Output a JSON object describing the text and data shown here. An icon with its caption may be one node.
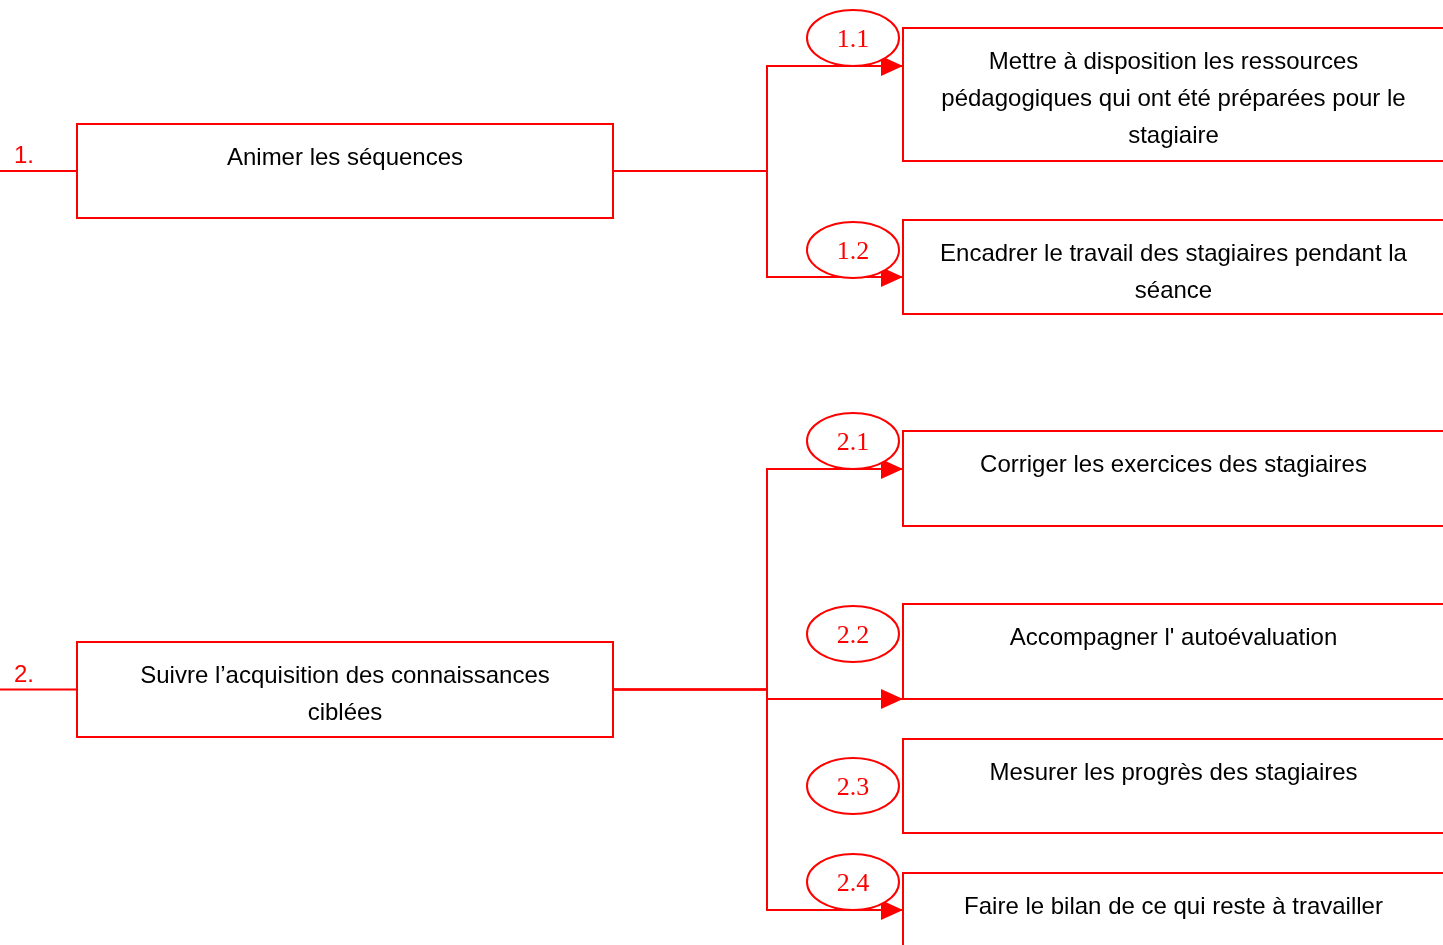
{
  "diagram": {
    "nodes": [
      {
        "text": [
          "Animer les séquences"
        ]
      },
      {
        "text": [
          "1.1"
        ]
      },
      {
        "text": [
          "Mettre à disposition les ressources pédagogiques qui ont été préparées pour le stagiaire"
        ]
      },
      {
        "text": [
          "1.2"
        ]
      },
      {
        "text": [
          "Encadrer le travail des stagiaires pendant la séance"
        ]
      },
      {
        "text": [
          "Suivre l’acquisition des connaissances ciblées"
        ]
      },
      {
        "text": [
          "2.1"
        ]
      },
      {
        "text": [
          "Corriger les exercices des stagiaires"
        ]
      },
      {
        "text": [
          "2.2"
        ]
      },
      {
        "text": [
          "Accompagner l' autoévaluation"
        ]
      },
      {
        "text": [
          "2.3"
        ]
      },
      {
        "text": [
          "Mesurer les progrès des stagiaires"
        ]
      },
      {
        "text": [
          "2.4"
        ]
      },
      {
        "text": [
          "Faire le bilan de ce qui reste à travailler"
        ]
      }
    ],
    "edges": [
      {
        "from": null,
        "to": 0,
        "arrow": "none",
        "label": "1."
      },
      {
        "from": 0,
        "to": 2,
        "arrow": "to"
      },
      {
        "from": 0,
        "to": 4,
        "arrow": "to"
      },
      {
        "from": null,
        "to": 5,
        "arrow": "none",
        "label": "2."
      },
      {
        "from": 5,
        "to": 7,
        "arrow": "to"
      },
      {
        "from": 5,
        "to": 9,
        "arrow": "to"
      },
      {
        "from": 5,
        "to": 13,
        "arrow": "to"
      }
    ]
  }
}
